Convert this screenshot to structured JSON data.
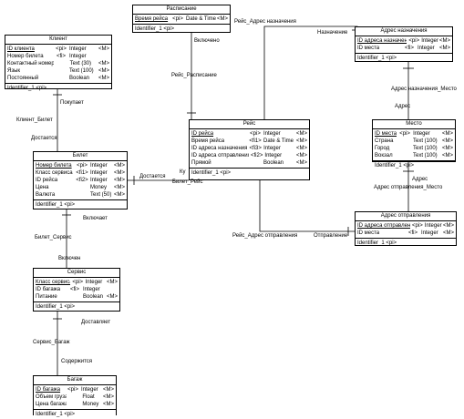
{
  "entities": {
    "raspisanie": {
      "title": "Расписание",
      "attrs": [
        {
          "name": "Время рейса",
          "key": "<pi>",
          "type": "Date & Time",
          "m": "<M>",
          "pk": true
        }
      ],
      "identifier": "Identifier_1  <pi>"
    },
    "adres_naznacheniya": {
      "title": "Адрес назначения",
      "attrs": [
        {
          "name": "ID адреса назначения",
          "key": "<pi>",
          "type": "Integer",
          "m": "<M>",
          "pk": true
        },
        {
          "name": "ID места",
          "key": "<fi>",
          "type": "Integer",
          "m": "<M>",
          "pk": false
        }
      ],
      "identifier": "Identifier_1  <pi>"
    },
    "klient": {
      "title": "Клиент",
      "attrs": [
        {
          "name": "ID клиента",
          "key": "<pi>",
          "type": "Integer",
          "m": "<M>",
          "pk": true
        },
        {
          "name": "Номер билета",
          "key": "<fi>",
          "type": "Integer",
          "m": "",
          "pk": false
        },
        {
          "name": "Контактный номер",
          "key": "",
          "type": "Text (30)",
          "m": "<M>",
          "pk": false
        },
        {
          "name": "Язык",
          "key": "",
          "type": "Text (100)",
          "m": "<M>",
          "pk": false
        },
        {
          "name": "Постоянный",
          "key": "",
          "type": "Boolean",
          "m": "<M>",
          "pk": false
        }
      ],
      "identifier": "Identifier_1  <pi>"
    },
    "reys": {
      "title": "Рейс",
      "attrs": [
        {
          "name": "ID рейса",
          "key": "<pi>",
          "type": "Integer",
          "m": "<M>",
          "pk": true
        },
        {
          "name": "Время рейса",
          "key": "<fi1>",
          "type": "Date & Time",
          "m": "<M>",
          "pk": false
        },
        {
          "name": "ID адреса назначения",
          "key": "<fi3>",
          "type": "Integer",
          "m": "<M>",
          "pk": false
        },
        {
          "name": "ID адреса отправления",
          "key": "<fi2>",
          "type": "Integer",
          "m": "<M>",
          "pk": false
        },
        {
          "name": "Прямой",
          "key": "",
          "type": "Boolean",
          "m": "<M>",
          "pk": false
        }
      ],
      "identifier": "Identifier_1  <pi>"
    },
    "mesto": {
      "title": "Место",
      "attrs": [
        {
          "name": "ID места",
          "key": "<pi>",
          "type": "Integer",
          "m": "<M>",
          "pk": true
        },
        {
          "name": "Страна",
          "key": "",
          "type": "Text (100)",
          "m": "<M>",
          "pk": false
        },
        {
          "name": "Город",
          "key": "",
          "type": "Text (100)",
          "m": "<M>",
          "pk": false
        },
        {
          "name": "Вокзал",
          "key": "",
          "type": "Text (100)",
          "m": "<M>",
          "pk": false
        }
      ],
      "identifier": "Identifier_1  <pi>"
    },
    "bilet": {
      "title": "Билет",
      "attrs": [
        {
          "name": "Номер билета",
          "key": "<pi>",
          "type": "Integer",
          "m": "<M>",
          "pk": true
        },
        {
          "name": "Класс сервиса",
          "key": "<fi1>",
          "type": "Integer",
          "m": "<M>",
          "pk": false
        },
        {
          "name": "ID рейса",
          "key": "<fi2>",
          "type": "Integer",
          "m": "<M>",
          "pk": false
        },
        {
          "name": "Цена",
          "key": "",
          "type": "Money",
          "m": "<M>",
          "pk": false
        },
        {
          "name": "Валюта",
          "key": "",
          "type": "Text (50)",
          "m": "<M>",
          "pk": false
        }
      ],
      "identifier": "Identifier_1  <pi>"
    },
    "adres_otpravleniya": {
      "title": "Адрес отправления",
      "attrs": [
        {
          "name": "ID адреса отправления",
          "key": "<pi>",
          "type": "Integer",
          "m": "<M>",
          "pk": true
        },
        {
          "name": "ID места",
          "key": "<fi>",
          "type": "Integer",
          "m": "<M>",
          "pk": false
        }
      ],
      "identifier": "Identifier_1  <pi>"
    },
    "servis": {
      "title": "Сервис",
      "attrs": [
        {
          "name": "Класс сервиса",
          "key": "<pi>",
          "type": "Integer",
          "m": "<M>",
          "pk": true
        },
        {
          "name": "ID багажа",
          "key": "<fi>",
          "type": "Integer",
          "m": "",
          "pk": false
        },
        {
          "name": "Питание",
          "key": "",
          "type": "Boolean",
          "m": "<M>",
          "pk": false
        }
      ],
      "identifier": "Identifier_1  <pi>"
    },
    "bagazh": {
      "title": "Багаж",
      "attrs": [
        {
          "name": "ID багажа",
          "key": "<pi>",
          "type": "Integer",
          "m": "<M>",
          "pk": true
        },
        {
          "name": "Объем груза",
          "key": "",
          "type": "Float",
          "m": "<M>",
          "pk": false
        },
        {
          "name": "Цена багажа",
          "key": "",
          "type": "Money",
          "m": "<M>",
          "pk": false
        }
      ],
      "identifier": "Identifier_1  <pi>"
    }
  },
  "labels": {
    "vklyucheno": "Включено",
    "reys_raspisanie": "Рейс_Расписание",
    "reys_adres_naznacheniya": "Рейс_Адрес назначения",
    "naznachenie": "Назначение",
    "adres_naznacheniya_mesto": "Адрес назначения_Место",
    "adres": "Адрес",
    "adres_2": "Адрес",
    "adres_otpravleniya_mesto": "Адрес отправления_Место",
    "pokupaet": "Покупает",
    "klient_bilet": "Клиент_Билет",
    "dostaetsya": "Достается",
    "dostaetsya_2": "Достается",
    "ku": "Ку",
    "bilet_reys": "Билет_Рейс",
    "vklyuchaet": "Включает",
    "bilet_servis": "Билет_Сервис",
    "vklyuchen": "Включен",
    "reys_adres_otpravleniya": "Рейс_Адрес отправления",
    "otpravlenie": "Отправление",
    "dostavlyaet": "Доставляет",
    "servis_bagazh": "Сервис_Багаж",
    "soderzhitsya": "Содержится"
  }
}
